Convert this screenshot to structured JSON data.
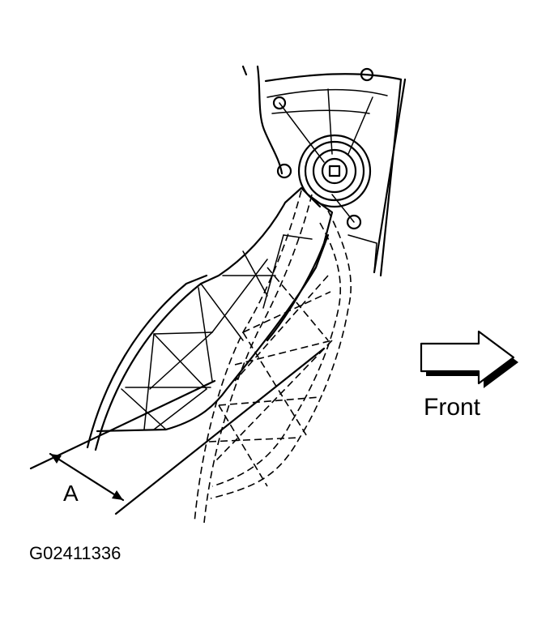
{
  "diagram": {
    "dimension_label": "A",
    "direction_label": "Front",
    "figure_id": "G02411336"
  },
  "colors": {
    "ink": "#000000",
    "background": "#ffffff"
  },
  "icons": {
    "direction_arrow": "arrow-right-icon"
  }
}
